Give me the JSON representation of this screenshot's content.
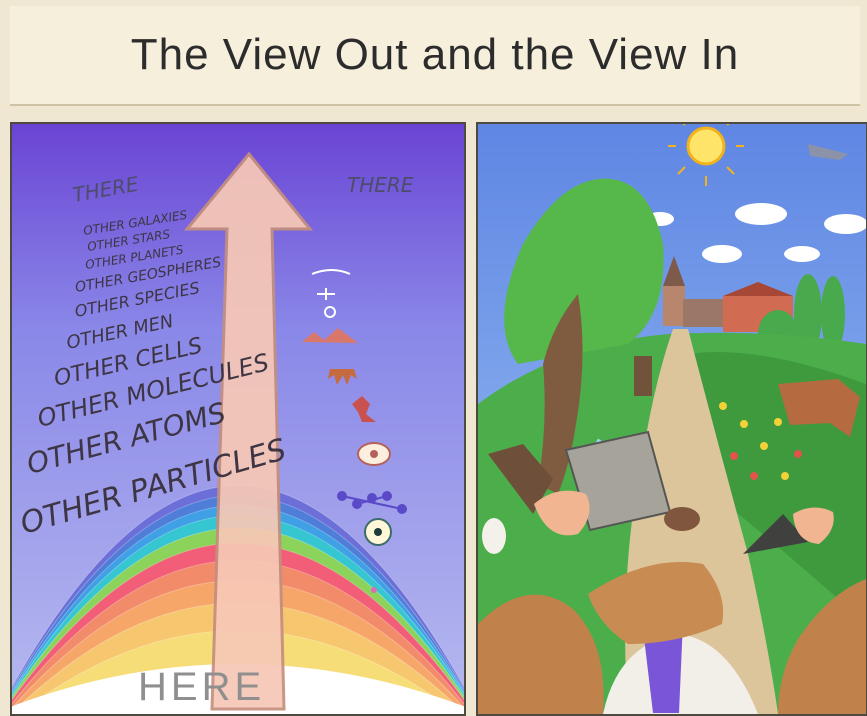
{
  "title": "The View Out and the View In",
  "left_panel": {
    "top_left_label": "THERE",
    "top_right_label": "THERE",
    "bottom_label": "HERE",
    "bands": [
      {
        "label": "OTHER GALAXIES",
        "color": "#6c6fd8"
      },
      {
        "label": "OTHER STARS",
        "color": "#4f7ed9"
      },
      {
        "label": "OTHER PLANETS",
        "color": "#3fa0e5"
      },
      {
        "label": "OTHER GEOSPHERES",
        "color": "#35c6d1"
      },
      {
        "label": "OTHER SPECIES",
        "color": "#8bd35a"
      },
      {
        "label": "OTHER MEN",
        "color": "#f25d77"
      },
      {
        "label": "OTHER CELLS",
        "color": "#f28b6a"
      },
      {
        "label": "OTHER MOLECULES",
        "color": "#f7a66a"
      },
      {
        "label": "OTHER ATOMS",
        "color": "#f7c770"
      },
      {
        "label": "OTHER PARTICLES",
        "color": "#f6dd78"
      }
    ]
  },
  "colors": {
    "sky": "#6f92e6",
    "arrow": "#f7c8b6",
    "grass": "#3ea13f",
    "path": "#dcc59a",
    "jacket": "#c0824a",
    "tie": "#7b55d8"
  }
}
